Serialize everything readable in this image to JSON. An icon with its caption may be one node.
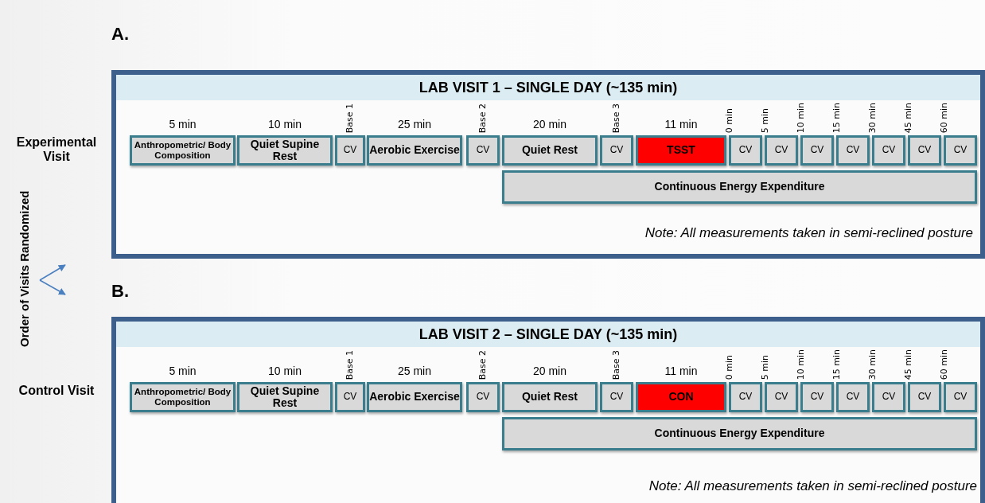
{
  "diagram": {
    "nodes": [
      {
        "text": [
          "LAB VISIT 1 – SINGLE DAY (~135 min)"
        ]
      },
      {
        "text": [
          "Anthropometric/ Body Composition"
        ],
        "in": 0,
        "beside": [
          "5 min"
        ]
      },
      {
        "text": [
          "Quiet Supine Rest"
        ],
        "in": 0,
        "beside": [
          "10 min"
        ]
      },
      {
        "text": [
          "CV"
        ],
        "in": 0,
        "beside": [
          "Base 1"
        ]
      },
      {
        "text": [
          "Aerobic Exercise"
        ],
        "in": 0,
        "beside": [
          "25 min"
        ]
      },
      {
        "text": [
          "CV"
        ],
        "in": 0,
        "beside": [
          "Base 2"
        ]
      },
      {
        "text": [
          "Quiet Rest"
        ],
        "in": 0,
        "beside": [
          "20 min"
        ]
      },
      {
        "text": [
          "CV"
        ],
        "in": 0,
        "beside": [
          "Base 3"
        ]
      },
      {
        "text": [
          "TSST"
        ],
        "in": 0,
        "beside": [
          "11 min"
        ]
      },
      {
        "text": [
          "CV"
        ],
        "in": 0,
        "beside": [
          "0 min"
        ]
      },
      {
        "text": [
          "CV"
        ],
        "in": 0,
        "beside": [
          "5 min"
        ]
      },
      {
        "text": [
          "CV"
        ],
        "in": 0,
        "beside": [
          "10 min"
        ]
      },
      {
        "text": [
          "CV"
        ],
        "in": 0,
        "beside": [
          "15 min"
        ]
      },
      {
        "text": [
          "CV"
        ],
        "in": 0,
        "beside": [
          "30 min"
        ]
      },
      {
        "text": [
          "CV"
        ],
        "in": 0,
        "beside": [
          "45 min"
        ]
      },
      {
        "text": [
          "CV"
        ],
        "in": 0,
        "beside": [
          "60 min"
        ]
      },
      {
        "text": [
          "Continuous Energy Expenditure"
        ],
        "in": 0
      },
      {
        "text": [
          "LAB VISIT 2 – SINGLE DAY (~135 min)"
        ]
      },
      {
        "text": [
          "Anthropometric/ Body Composition"
        ],
        "in": 17,
        "beside": [
          "5 min"
        ]
      },
      {
        "text": [
          "Quiet Supine Rest"
        ],
        "in": 17,
        "beside": [
          "10 min"
        ]
      },
      {
        "text": [
          "CV"
        ],
        "in": 17,
        "beside": [
          "Base 1"
        ]
      },
      {
        "text": [
          "Aerobic Exercise"
        ],
        "in": 17,
        "beside": [
          "25 min"
        ]
      },
      {
        "text": [
          "CV"
        ],
        "in": 17,
        "beside": [
          "Base 2"
        ]
      },
      {
        "text": [
          "Quiet Rest"
        ],
        "in": 17,
        "beside": [
          "20 min"
        ]
      },
      {
        "text": [
          "CV"
        ],
        "in": 17,
        "beside": [
          "Base 3"
        ]
      },
      {
        "text": [
          "CON"
        ],
        "in": 17,
        "beside": [
          "11 min"
        ]
      },
      {
        "text": [
          "CV"
        ],
        "in": 17,
        "beside": [
          "0 min"
        ]
      },
      {
        "text": [
          "CV"
        ],
        "in": 17,
        "beside": [
          "5 min"
        ]
      },
      {
        "text": [
          "CV"
        ],
        "in": 17,
        "beside": [
          "10 min"
        ]
      },
      {
        "text": [
          "CV"
        ],
        "in": 17,
        "beside": [
          "15 min"
        ]
      },
      {
        "text": [
          "CV"
        ],
        "in": 17,
        "beside": [
          "30 min"
        ]
      },
      {
        "text": [
          "CV"
        ],
        "in": 17,
        "beside": [
          "45 min"
        ]
      },
      {
        "text": [
          "CV"
        ],
        "in": 17,
        "beside": [
          "60 min"
        ]
      },
      {
        "text": [
          "Continuous Energy Expenditure"
        ],
        "in": 17
      }
    ],
    "labels": [
      "A.",
      "Experimental Visit",
      "Order of Visits Randomized",
      "Note: All measurements taken in semi-reclined posture",
      "B.",
      "Control Visit",
      "Note: All measurements taken in semi-reclined posture"
    ]
  }
}
